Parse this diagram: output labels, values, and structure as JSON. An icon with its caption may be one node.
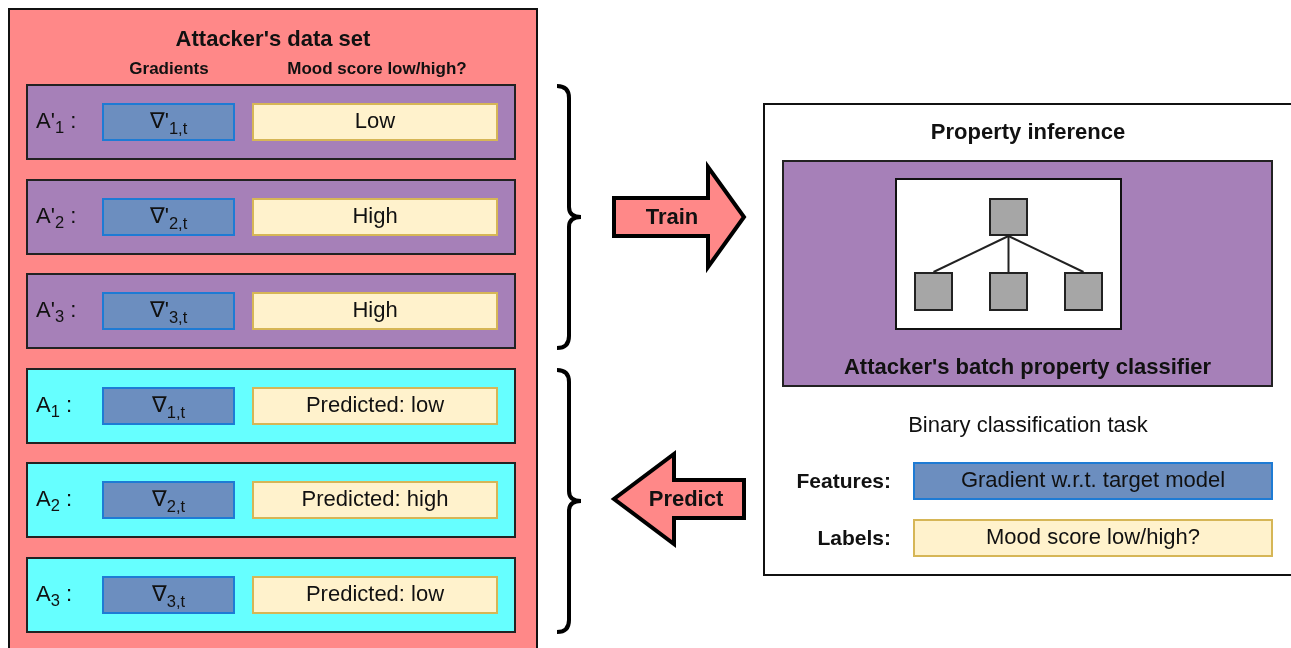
{
  "diagram": {
    "nodes": [
      {
        "text": [
          "Attacker's data set",
          "Gradients",
          "Mood score low/high?"
        ]
      },
      {
        "text": [
          "A'$_{1}$ :"
        ],
        "in": 0
      },
      {
        "text": [
          "∇'$_{1,t}$"
        ],
        "in": 1
      },
      {
        "text": [
          "Low"
        ],
        "in": 1
      },
      {
        "text": [
          "A'$_{2}$ :"
        ],
        "in": 0
      },
      {
        "text": [
          "∇'$_{2,t}$"
        ],
        "in": 4
      },
      {
        "text": [
          "High"
        ],
        "in": 4
      },
      {
        "text": [
          "A'$_{3}$ :"
        ],
        "in": 0
      },
      {
        "text": [
          "∇'$_{3,t}$"
        ],
        "in": 7
      },
      {
        "text": [
          "High"
        ],
        "in": 7
      },
      {
        "text": [
          "A$_{1}$ :"
        ],
        "in": 0
      },
      {
        "text": [
          "∇$_{1,t}$"
        ],
        "in": 10
      },
      {
        "text": [
          "Predicted: low"
        ],
        "in": 10
      },
      {
        "text": [
          "A$_{2}$ :"
        ],
        "in": 0
      },
      {
        "text": [
          "∇$_{2,t}$"
        ],
        "in": 13
      },
      {
        "text": [
          "Predicted: high"
        ],
        "in": 13
      },
      {
        "text": [
          "A$_{3}$ :"
        ],
        "in": 0
      },
      {
        "text": [
          "∇$_{3,t}$"
        ],
        "in": 16
      },
      {
        "text": [
          "Predicted: low"
        ],
        "in": 16
      },
      {
        "text": [
          "Train"
        ]
      },
      {
        "text": [
          "Predict"
        ]
      },
      {
        "text": [
          "Property inference",
          "Binary classification task"
        ]
      },
      {
        "text": [
          "Attacker's batch property classifier"
        ],
        "in": 21
      },
      {
        "text": [],
        "shape": "box",
        "in": 22
      },
      {
        "text": [],
        "shape": "box",
        "in": 23
      },
      {
        "text": [],
        "shape": "box",
        "in": 23
      },
      {
        "text": [],
        "shape": "box",
        "in": 23
      },
      {
        "text": [],
        "shape": "box",
        "in": 23
      },
      {
        "text": [
          "Gradient w.r.t. target model"
        ],
        "beside": [
          "Features:"
        ],
        "in": 21
      },
      {
        "text": [
          "Mood score low/high?"
        ],
        "beside": [
          "Labels:"
        ],
        "in": 21
      }
    ],
    "edges": [
      {
        "from": 24,
        "to": 25,
        "arrow": "none"
      },
      {
        "from": 24,
        "to": 26,
        "arrow": "none"
      },
      {
        "from": 24,
        "to": 27,
        "arrow": "none"
      }
    ]
  }
}
